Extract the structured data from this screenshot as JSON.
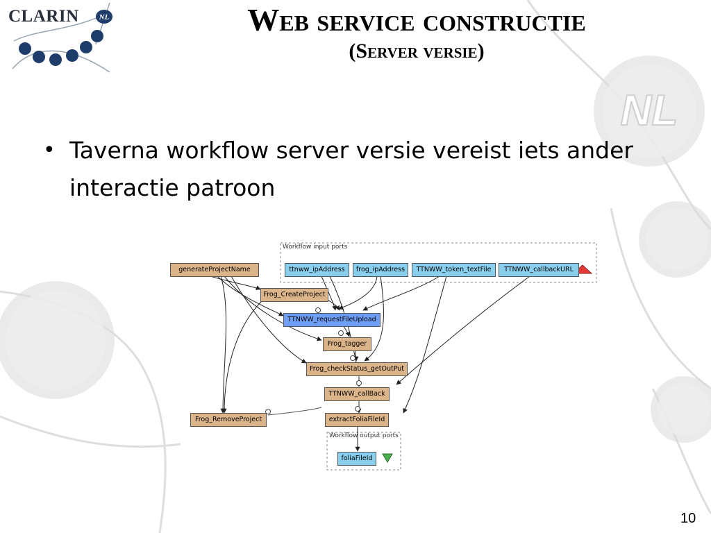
{
  "logo": {
    "text": "CLARIN",
    "badge": "NL"
  },
  "watermark": {
    "text": "NL"
  },
  "slide": {
    "title": "Web service constructie",
    "subtitle": "(Server versie)",
    "bullets": [
      "Taverna workflow server versie vereist iets ander interactie patroon"
    ],
    "page_number": "10"
  },
  "workflow": {
    "input_ports_label": "Workflow input ports",
    "output_ports_label": "Workflow output ports",
    "input_ports": [
      "ttnww_ipAddress",
      "frog_ipAddress",
      "TTNWW_token_textFile",
      "TTNWW_callbackURL"
    ],
    "processors": {
      "generate": "generateProjectName",
      "create": "Frog_CreateProject",
      "upload": "TTNWW_requestFileUpload",
      "tagger": "Frog_tagger",
      "check": "Frog_checkStatus_getOutPut",
      "callback": "TTNWW_callBack",
      "extract": "extractFoliaFileId",
      "remove": "Frog_RemoveProject"
    },
    "output_ports": [
      "foliaFileId"
    ],
    "colors": {
      "input_port": "#8ad0ee",
      "processor": "#dcb48a",
      "service": "#6f9ef6",
      "input_marker": "#e53935",
      "output_marker": "#4caf50"
    }
  }
}
